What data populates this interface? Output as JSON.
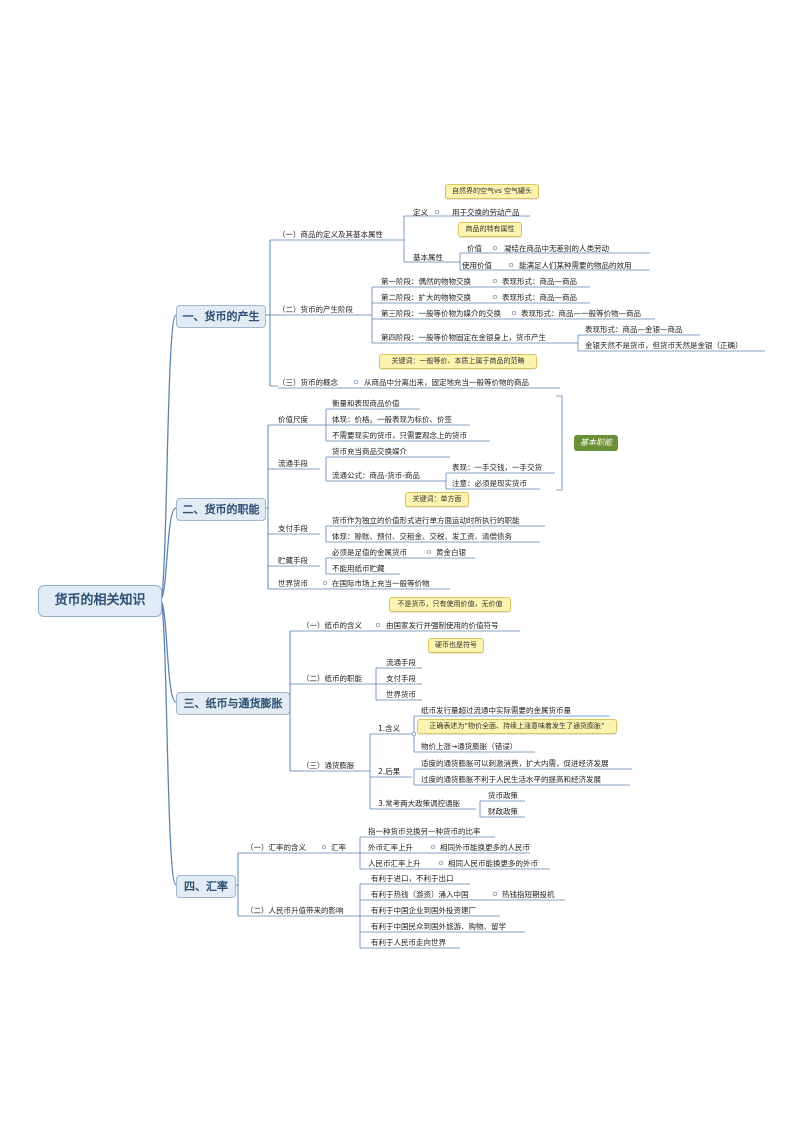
{
  "root": "货币的相关知识",
  "branches": {
    "b1": "一、货币的产生",
    "b2": "二、货币的职能",
    "b3": "三、纸币与通货膨胀",
    "b4": "四、汇率"
  },
  "s1": {
    "a": "（一）商品的定义及其基本属性",
    "a_def": "定义",
    "a_def_val": "用于交换的劳动产品",
    "a_def_note": "自然界的空气vs 空气罐头",
    "a_attr": "基本属性",
    "a_attr_note": "商品的特有属性",
    "a_value": "价值",
    "a_value_val": "凝结在商品中无差别的人类劳动",
    "a_use": "使用价值",
    "a_use_val": "能满足人们某种需要的物品的效用",
    "b": "（二）货币的产生阶段",
    "b1": "第一阶段：偶然的物物交换",
    "b1_f": "表现形式：商品—商品",
    "b2": "第二阶段：扩大的物物交换",
    "b2_f": "表现形式：商品—商品",
    "b3": "第三阶段：一般等价物为媒介的交换",
    "b3_f": "表现形式：商品—一般等价物—商品",
    "b4": "第四阶段：一般等价物固定在金银身上，货币产生",
    "b4_f": "表现形式：商品—金银—商品",
    "b4_g": "金银天然不是货币，但货币天然是金银（正确）",
    "c": "（三）货币的概念",
    "c_val": "从商品中分离出来，固定地充当一般等价物的商品",
    "c_note": "关键词：一般等价、本质上属于商品的范畴"
  },
  "s2": {
    "m": "价值尺度",
    "m1": "衡量和表现商品价值",
    "m2": "体现：价格。一般表现为标价、价签",
    "m3": "不需要现实的货币，只需要观念上的货币",
    "c": "流通手段",
    "c1": "货币充当商品交换媒介",
    "c2": "流通公式：商品-货币-商品",
    "c2a": "表现：一手交钱，一手交货",
    "c2b": "注意：必须是现实货币",
    "tag": "基本职能",
    "p": "支付手段",
    "p_note": "关键词：单方面",
    "p1": "货币作为独立的价值形式进行单方面运动时所执行的职能",
    "p2": "体现：赊账、预付、交租金、交税、发工资、清偿债务",
    "s": "贮藏手段",
    "s1": "必须是足值的金属货币",
    "s1a": "黄金白银",
    "s2": "不能用纸币贮藏",
    "w": "世界货币",
    "w1": "在国际市场上充当一般等价物"
  },
  "s3": {
    "a": "（一）纸币的含义",
    "a_val": "由国家发行并强制使用的价值符号",
    "a_note": "不是货币，只有使用价值，无价值",
    "a_note2": "硬币也是符号",
    "b": "（二）纸币的职能",
    "b1": "流通手段",
    "b2": "支付手段",
    "b3": "世界货币",
    "c": "（三）通货膨胀",
    "c1": "1.含义",
    "c1a": "纸币发行量超过流通中实际需要的金属货币量",
    "c1_note": "正确表述为“物价全面、持续上涨意味着发生了通货膨胀”",
    "c1b": "物价上涨→通货膨胀（错误）",
    "c2": "2.后果",
    "c2a": "适度的通货膨胀可以刺激消费，扩大内需，促进经济发展",
    "c2b": "过度的通货膨胀不利于人民生活水平的提高和经济发展",
    "c3": "3.常考两大政策调控通胀",
    "c3a": "货币政策",
    "c3b": "财政政策"
  },
  "s4": {
    "a": "（一）汇率的含义",
    "a_rate": "汇率",
    "a1": "指一种货币兑换另一种货币的比率",
    "a2": "外币汇率上升",
    "a2v": "相同外币能换更多的人民币",
    "a3": "人民币汇率上升",
    "a3v": "相同人民币能换更多的外币",
    "b": "（二）人民币升值带来的影响",
    "b1": "有利于进口，不利于出口",
    "b2": "有利于热钱（游资）涌入中国",
    "b2v": "热钱指短期投机",
    "b3": "有利于中国企业到国外投资建厂",
    "b4": "有利于中国民众到国外旅游、购物、留学",
    "b5": "有利于人民币走向世界"
  },
  "colors": {
    "line": "#5b84b1",
    "branch_fill": "#e3ecf5",
    "note_fill": "#fdf3b0",
    "tag_fill": "#6a8f34",
    "text": "#222222"
  }
}
